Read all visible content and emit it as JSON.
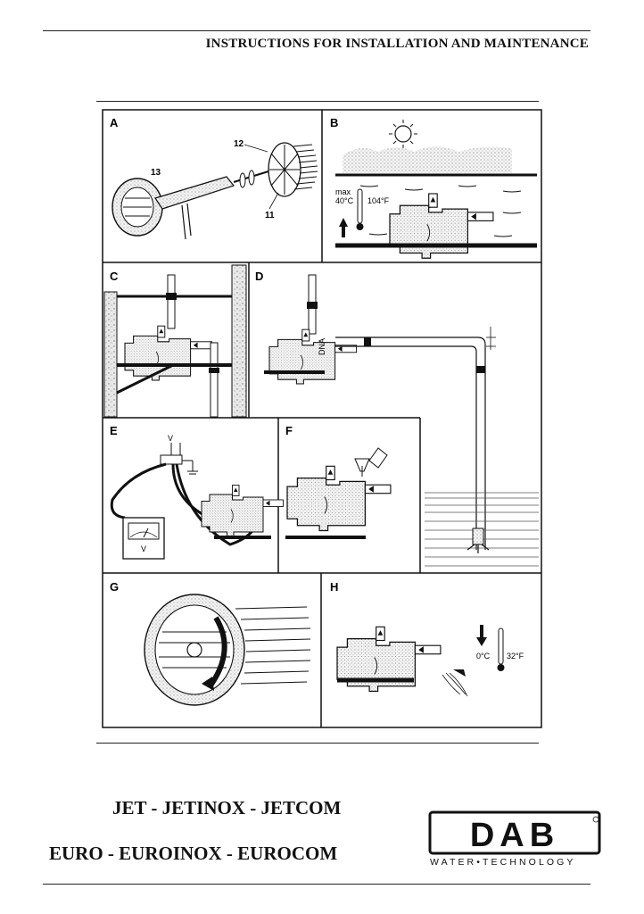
{
  "header": {
    "title": "INSTRUCTIONS FOR INSTALLATION AND MAINTENANCE"
  },
  "panels": {
    "a": {
      "label": "A",
      "callouts": [
        "12",
        "13",
        "11"
      ]
    },
    "b": {
      "label": "B",
      "temp_max": "max",
      "temp_c": "40°C",
      "temp_f": "104°F"
    },
    "c": {
      "label": "C"
    },
    "d": {
      "label": "D"
    },
    "e": {
      "label": "E",
      "voltage_label": "V",
      "meter_label": "V"
    },
    "f": {
      "label": "F"
    },
    "g": {
      "label": "G"
    },
    "h": {
      "label": "H",
      "temp_c": "0°C",
      "temp_f": "32°F"
    }
  },
  "models": {
    "line1": "JET - JETINOX - JETCOM",
    "line2": "EURO - EUROINOX - EUROCOM"
  },
  "logo": {
    "name": "DAB",
    "tagline": "WATER•TECHNOLOGY"
  }
}
